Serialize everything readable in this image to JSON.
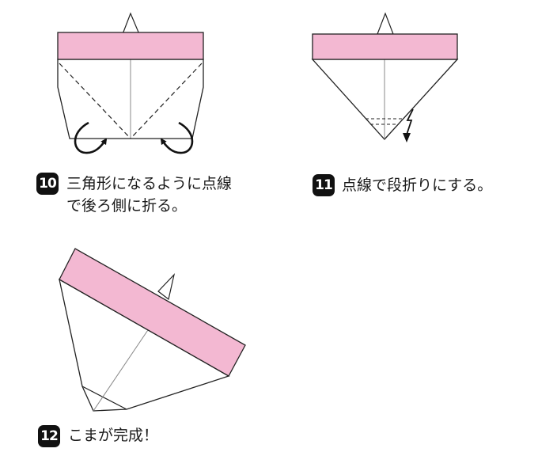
{
  "colors": {
    "paper_front": "#f3b8d2",
    "paper_back": "#ffffff",
    "outline": "#222222",
    "crease": "#777777",
    "badge_bg": "#111111",
    "badge_text": "#ffffff"
  },
  "steps": [
    {
      "number": "10",
      "line1": "三角形になるように点線",
      "line2": "で後ろ側に折る。",
      "action": "mountain-fold-back-both-sides"
    },
    {
      "number": "11",
      "line1": "点線で段折りにする。",
      "action": "step-fold"
    },
    {
      "number": "12",
      "line1": "こまが完成！",
      "action": "completed"
    }
  ]
}
